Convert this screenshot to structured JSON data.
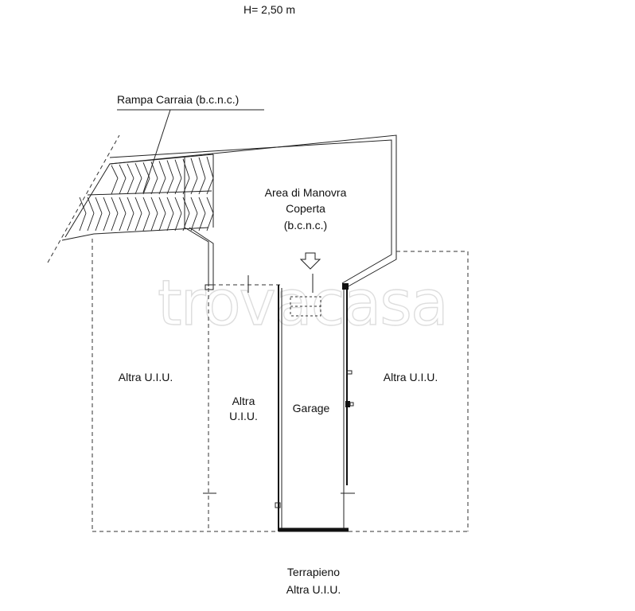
{
  "header": {
    "height_label": "H= 2,50 m"
  },
  "labels": {
    "ramp": "Rampa Carraia (b.c.n.c.)",
    "maneuver_line1": "Area di Manovra",
    "maneuver_line2": "Coperta",
    "maneuver_line3": "(b.c.n.c.)",
    "other_left": "Altra U.I.U.",
    "other_middle_line1": "Altra",
    "other_middle_line2": "U.I.U.",
    "garage": "Garage",
    "other_right": "Altra U.I.U.",
    "bottom_line1": "Terrapieno",
    "bottom_line2": "Altra U.I.U."
  },
  "watermark": {
    "text": "trovacasa"
  }
}
